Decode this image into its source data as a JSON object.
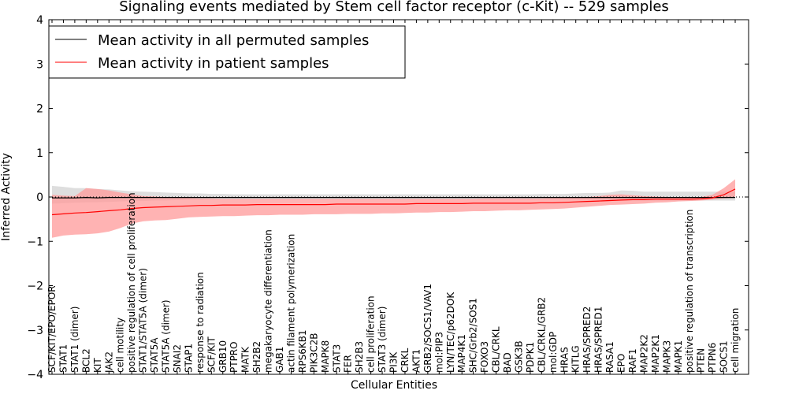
{
  "chart_data": {
    "type": "line",
    "title": "Signaling events mediated by Stem cell factor receptor (c-Kit) -- 529 samples",
    "xlabel": "Cellular Entities",
    "ylabel": "Inferred Activity",
    "ylim": [
      -4,
      4
    ],
    "yticks": [
      "−4",
      "−3",
      "−2",
      "−1",
      "0",
      "1",
      "2",
      "3",
      "4"
    ],
    "legend_position": "top-left",
    "colors": {
      "permuted": "#000000",
      "patient": "#ff0000",
      "patient_band": "#ff9999",
      "permuted_band": "#c8c8c8"
    },
    "categories": [
      "SCF/KIT/EPO/EPOR",
      "STAT1",
      "STAT1 (dimer)",
      "BCL2",
      "KIT",
      "JAK2",
      "cell motility",
      "positive regulation of cell proliferation",
      "STAT1/STAT5A (dimer)",
      "STAT5A",
      "STAT5A (dimer)",
      "SNAI2",
      "STAP1",
      "response to radiation",
      "SCF/KIT",
      "GRB10",
      "PTPRO",
      "MATK",
      "SH2B2",
      "megakaryocyte differentiation",
      "GAB1",
      "actin filament polymerization",
      "RPS6KB1",
      "PIK3C2B",
      "MAPK8",
      "STAT3",
      "FER",
      "SH2B3",
      "cell proliferation",
      "STAT3 (dimer)",
      "PI3K",
      "CRKL",
      "AKT1",
      "GRB2/SOCS1/VAV1",
      "mol:PIP3",
      "LYN/TEC/p62DOK",
      "MAP4K1",
      "SHC/Grb2/SOS1",
      "FOXO3",
      "CBL/CRKL",
      "BAD",
      "GSK3B",
      "PDPK1",
      "CBL/CRKL/GRB2",
      "mol:GDP",
      "HRAS",
      "KITLG",
      "HRAS/SPRED2",
      "HRAS/SPRED1",
      "RASA1",
      "EPO",
      "RAF1",
      "MAP2K2",
      "MAP2K1",
      "MAPK3",
      "MAPK1",
      "positive regulation of transcription",
      "PTEN",
      "PTPN6",
      "SOCS1",
      "cell migration"
    ],
    "series": [
      {
        "name": "Mean activity in all permuted samples",
        "values": [
          -0.02,
          -0.02,
          -0.02,
          -0.01,
          -0.02,
          -0.01,
          -0.01,
          -0.01,
          -0.01,
          -0.01,
          -0.01,
          -0.01,
          -0.01,
          -0.01,
          -0.01,
          -0.01,
          -0.01,
          -0.01,
          -0.01,
          -0.01,
          -0.01,
          -0.01,
          -0.01,
          -0.01,
          -0.01,
          -0.01,
          -0.01,
          -0.01,
          -0.01,
          -0.01,
          -0.01,
          -0.01,
          -0.01,
          -0.01,
          -0.01,
          -0.01,
          -0.01,
          -0.01,
          -0.01,
          -0.01,
          -0.01,
          -0.01,
          -0.01,
          -0.01,
          -0.01,
          -0.01,
          -0.01,
          -0.01,
          -0.01,
          -0.01,
          -0.01,
          -0.01,
          -0.01,
          -0.01,
          -0.01,
          -0.01,
          -0.01,
          -0.01,
          -0.01,
          -0.01,
          -0.01
        ],
        "lower": [
          -0.15,
          -0.14,
          -0.13,
          -0.12,
          -0.12,
          -0.11,
          -0.1,
          -0.09,
          -0.09,
          -0.08,
          -0.08,
          -0.07,
          -0.06,
          -0.06,
          -0.05,
          -0.05,
          -0.05,
          -0.05,
          -0.05,
          -0.05,
          -0.05,
          -0.05,
          -0.05,
          -0.05,
          -0.05,
          -0.05,
          -0.05,
          -0.05,
          -0.05,
          -0.05,
          -0.05,
          -0.05,
          -0.05,
          -0.05,
          -0.05,
          -0.05,
          -0.05,
          -0.05,
          -0.05,
          -0.05,
          -0.05,
          -0.05,
          -0.05,
          -0.05,
          -0.05,
          -0.05,
          -0.05,
          -0.05,
          -0.06,
          -0.08,
          -0.08,
          -0.08,
          -0.08,
          -0.08,
          -0.08,
          -0.08,
          -0.08,
          -0.08,
          -0.08,
          -0.08,
          -0.08
        ],
        "upper": [
          0.25,
          0.23,
          0.2,
          0.2,
          0.18,
          0.17,
          0.15,
          0.13,
          0.12,
          0.11,
          0.1,
          0.09,
          0.08,
          0.08,
          0.07,
          0.07,
          0.06,
          0.06,
          0.06,
          0.06,
          0.06,
          0.06,
          0.06,
          0.06,
          0.06,
          0.06,
          0.06,
          0.06,
          0.06,
          0.06,
          0.06,
          0.06,
          0.06,
          0.06,
          0.06,
          0.06,
          0.06,
          0.06,
          0.06,
          0.06,
          0.06,
          0.06,
          0.06,
          0.07,
          0.07,
          0.07,
          0.08,
          0.09,
          0.09,
          0.1,
          0.15,
          0.14,
          0.12,
          0.12,
          0.12,
          0.12,
          0.12,
          0.12,
          0.12,
          0.12,
          0.12
        ]
      },
      {
        "name": "Mean activity in patient samples",
        "values": [
          -0.4,
          -0.38,
          -0.36,
          -0.35,
          -0.33,
          -0.31,
          -0.29,
          -0.26,
          -0.24,
          -0.23,
          -0.22,
          -0.21,
          -0.2,
          -0.19,
          -0.19,
          -0.18,
          -0.18,
          -0.18,
          -0.17,
          -0.17,
          -0.17,
          -0.17,
          -0.17,
          -0.17,
          -0.17,
          -0.16,
          -0.16,
          -0.16,
          -0.16,
          -0.16,
          -0.16,
          -0.16,
          -0.15,
          -0.15,
          -0.15,
          -0.15,
          -0.15,
          -0.14,
          -0.14,
          -0.14,
          -0.14,
          -0.14,
          -0.14,
          -0.13,
          -0.13,
          -0.12,
          -0.11,
          -0.1,
          -0.09,
          -0.08,
          -0.07,
          -0.06,
          -0.06,
          -0.05,
          -0.05,
          -0.05,
          -0.05,
          -0.04,
          -0.02,
          0.05,
          0.18
        ],
        "lower": [
          -0.92,
          -0.87,
          -0.85,
          -0.84,
          -0.82,
          -0.78,
          -0.7,
          -0.6,
          -0.55,
          -0.53,
          -0.52,
          -0.49,
          -0.46,
          -0.45,
          -0.44,
          -0.43,
          -0.43,
          -0.42,
          -0.41,
          -0.41,
          -0.4,
          -0.4,
          -0.4,
          -0.39,
          -0.39,
          -0.39,
          -0.38,
          -0.38,
          -0.38,
          -0.37,
          -0.37,
          -0.36,
          -0.35,
          -0.35,
          -0.34,
          -0.34,
          -0.33,
          -0.32,
          -0.32,
          -0.31,
          -0.3,
          -0.3,
          -0.29,
          -0.28,
          -0.27,
          -0.26,
          -0.24,
          -0.22,
          -0.2,
          -0.18,
          -0.17,
          -0.16,
          -0.15,
          -0.13,
          -0.12,
          -0.1,
          -0.09,
          -0.08,
          -0.06,
          -0.03,
          -0.02
        ],
        "upper": [
          0.05,
          0.03,
          0.02,
          0.2,
          0.18,
          0.15,
          0.1,
          0.06,
          0.02,
          0.01,
          0.0,
          -0.01,
          -0.02,
          -0.03,
          -0.03,
          -0.04,
          -0.04,
          -0.04,
          -0.04,
          -0.04,
          -0.04,
          -0.04,
          -0.04,
          -0.04,
          -0.04,
          -0.04,
          -0.04,
          -0.04,
          -0.04,
          -0.04,
          -0.04,
          -0.04,
          -0.04,
          -0.04,
          -0.04,
          -0.04,
          -0.04,
          -0.04,
          -0.03,
          -0.03,
          -0.03,
          -0.03,
          -0.03,
          -0.03,
          -0.02,
          -0.02,
          -0.01,
          0.0,
          0.02,
          0.05,
          0.06,
          0.04,
          0.02,
          0.01,
          0.0,
          0.0,
          0.0,
          0.0,
          0.05,
          0.2,
          0.4
        ]
      }
    ]
  }
}
